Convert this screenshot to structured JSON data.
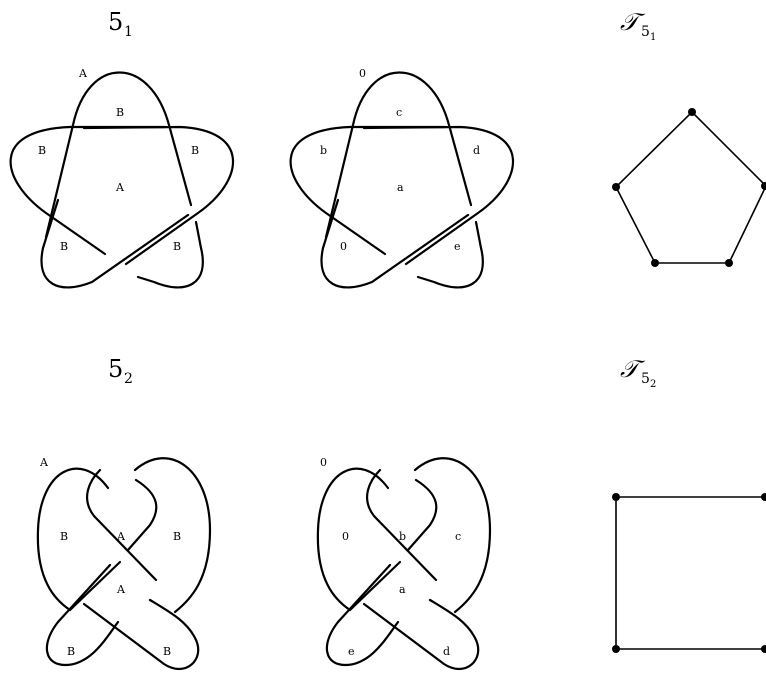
{
  "titles": {
    "knot1": {
      "main": "5",
      "sub": "1"
    },
    "knot2": {
      "main": "5",
      "sub": "2"
    },
    "tree1": {
      "main": "𝒯",
      "sub": "5",
      "subsub": "1"
    },
    "tree2": {
      "main": "𝒯",
      "sub": "5",
      "subsub": "2"
    }
  },
  "knot1_state_labels": {
    "outer_top": "A",
    "top": "B",
    "left": "B",
    "right": "B",
    "center": "A",
    "bottom_left": "B",
    "bottom_right": "B"
  },
  "knot1_region_labels": {
    "outer_top": "0",
    "top": "c",
    "left": "b",
    "right": "d",
    "center": "a",
    "bottom_left": "0",
    "bottom_right": "e"
  },
  "knot2_state_labels": {
    "outer_top": "A",
    "left": "B",
    "inner_top": "A",
    "right": "B",
    "middle": "A",
    "bottom_left": "B",
    "bottom_right": "B"
  },
  "knot2_region_labels": {
    "outer_top": "0",
    "left": "0",
    "inner_top": "b",
    "right": "c",
    "middle": "a",
    "bottom_left": "e",
    "bottom_right": "d"
  }
}
